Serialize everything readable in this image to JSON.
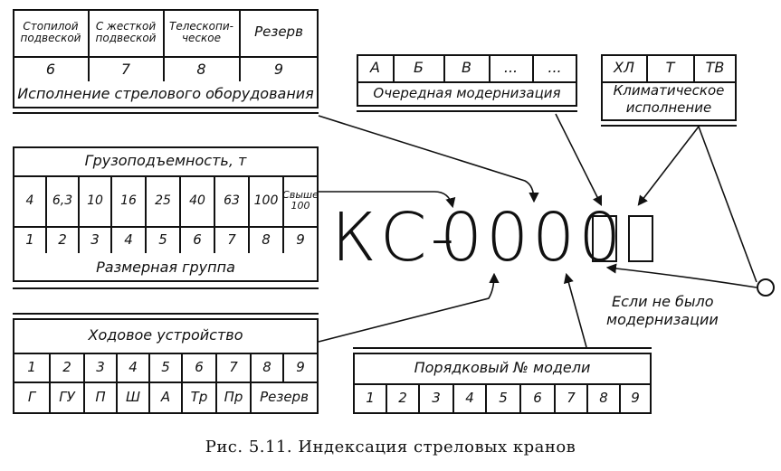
{
  "boom": {
    "headers": [
      "Стопилой подвеской",
      "С жесткой подвеской",
      "Телескопи-ческое",
      "Резерв"
    ],
    "numbers": [
      "6",
      "7",
      "8",
      "9"
    ],
    "label": "Исполнение стрелового оборудования"
  },
  "modernization": {
    "cells": [
      "А",
      "Б",
      "В",
      "...",
      "..."
    ],
    "label": "Очередная модернизация"
  },
  "climate": {
    "cells": [
      "ХЛ",
      "Т",
      "ТВ"
    ],
    "label_line1": "Климатическое",
    "label_line2": "исполнение"
  },
  "capacity": {
    "title": "Грузоподъемность, т",
    "values": [
      "4",
      "6,3",
      "10",
      "16",
      "25",
      "40",
      "63",
      "100",
      "Свыше 100"
    ],
    "groups": [
      "1",
      "2",
      "3",
      "4",
      "5",
      "6",
      "7",
      "8",
      "9"
    ],
    "label": "Размерная группа"
  },
  "chassis": {
    "title": "Ходовое устройство",
    "numbers": [
      "1",
      "2",
      "3",
      "4",
      "5",
      "6",
      "7",
      "8",
      "9"
    ],
    "codes": [
      "Г",
      "ГУ",
      "П",
      "Ш",
      "А",
      "Тр",
      "Пр",
      "Резерв"
    ]
  },
  "serial": {
    "title": "Порядковый № модели",
    "numbers": [
      "1",
      "2",
      "3",
      "4",
      "5",
      "6",
      "7",
      "8",
      "9"
    ]
  },
  "model": {
    "prefix": "КС-",
    "digits": "0000"
  },
  "note": {
    "line1": "Если не было",
    "line2": "модернизации"
  },
  "caption": "Рис. 5.11. Индексация стреловых кранов"
}
